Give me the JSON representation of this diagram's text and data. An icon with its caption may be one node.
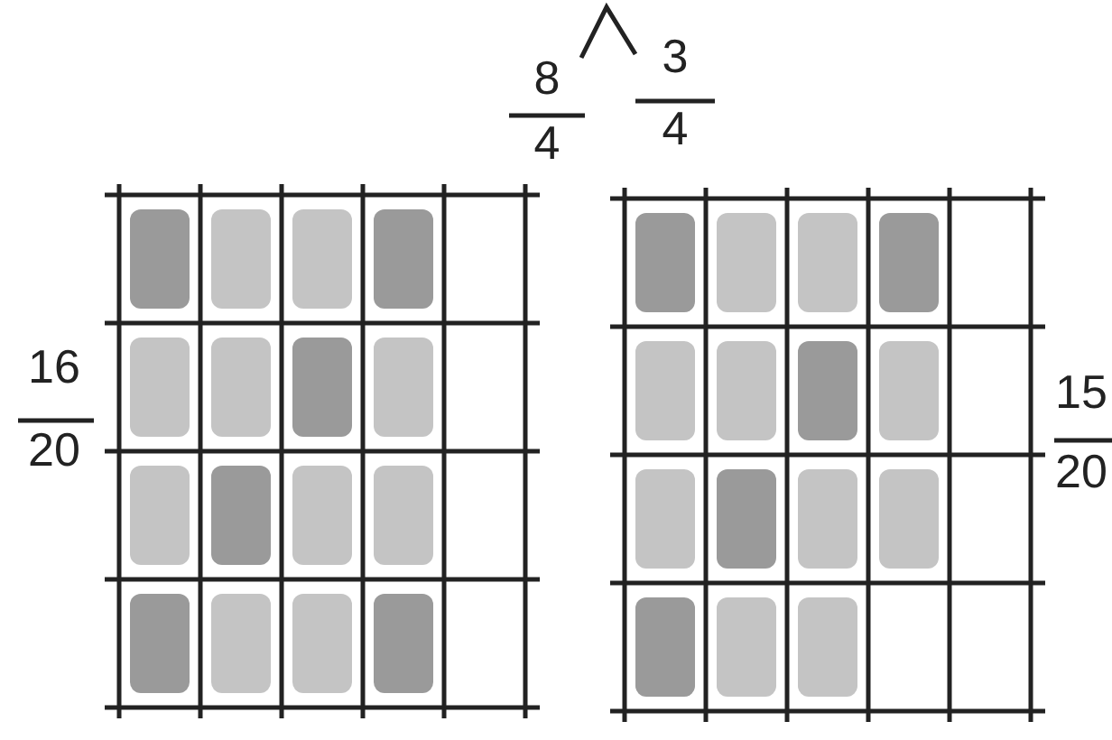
{
  "diagram": {
    "labels": [
      "8",
      "4",
      "3",
      "4",
      "16",
      "20",
      "15",
      "20"
    ]
  }
}
